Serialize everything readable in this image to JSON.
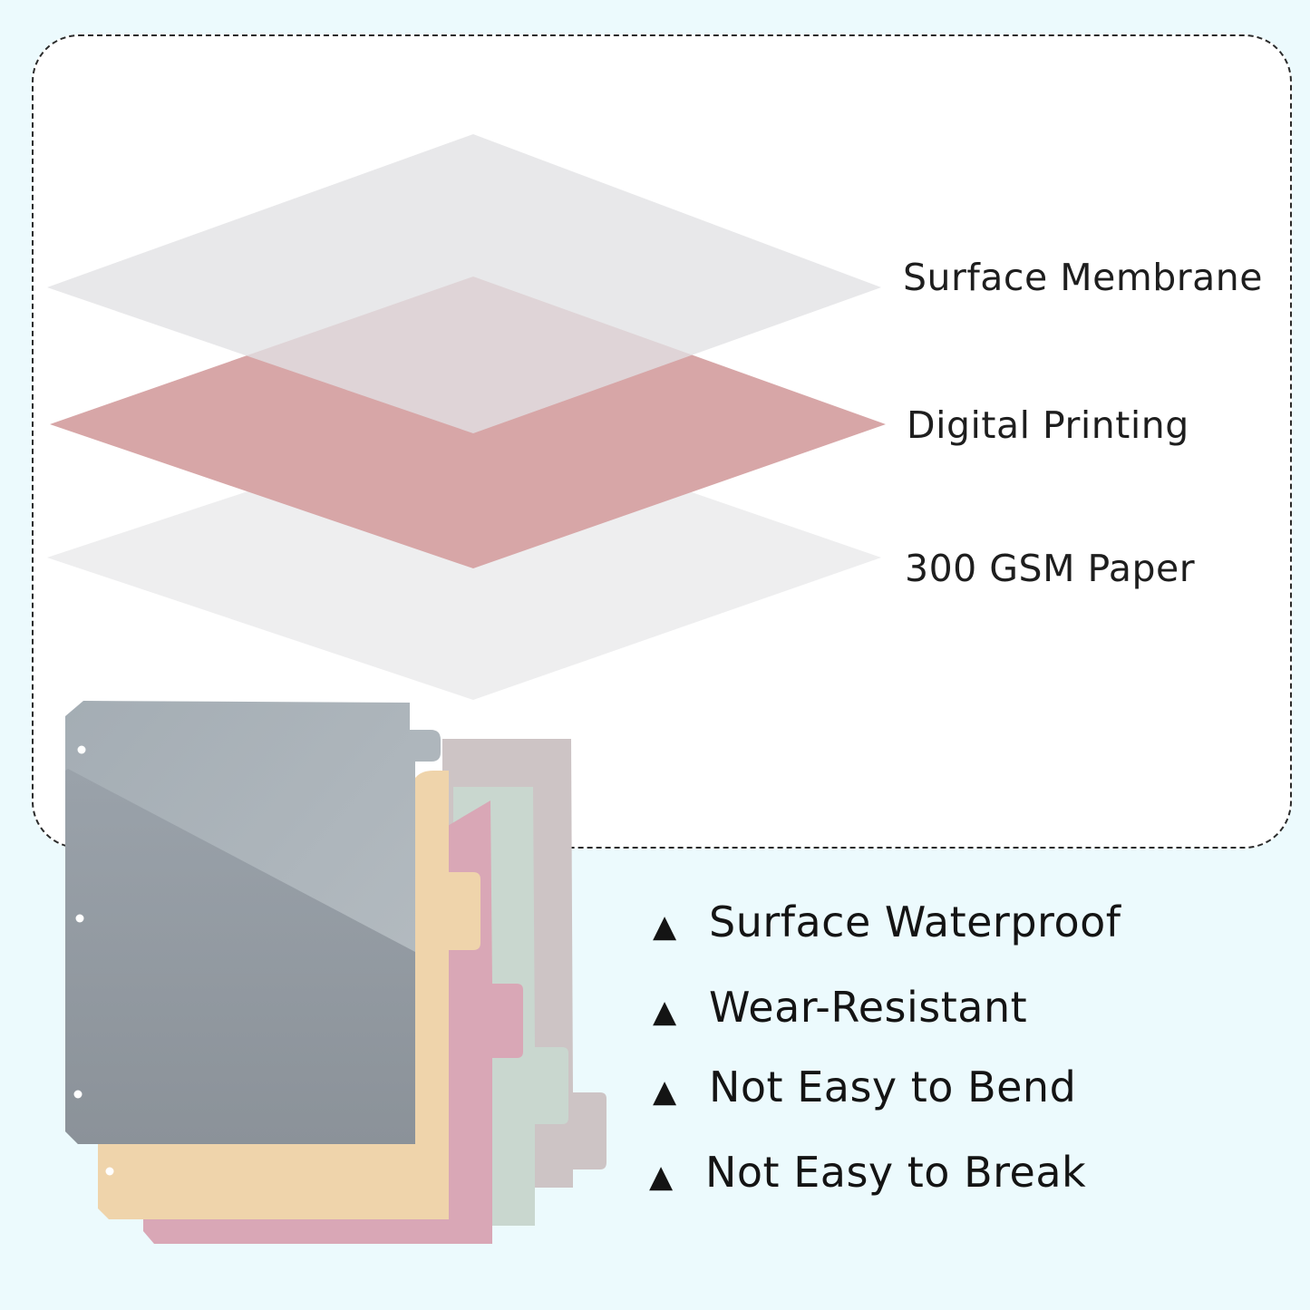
{
  "layers": [
    {
      "label": "Surface Membrane",
      "color": "#e4e4e6"
    },
    {
      "label": "Digital Printing",
      "color": "#d7a6a7"
    },
    {
      "label": "300 GSM Paper",
      "color": "#eeeeef"
    }
  ],
  "features": [
    {
      "icon": "triangle-icon",
      "glyph": "▲",
      "label": "Surface Waterproof"
    },
    {
      "icon": "triangle-icon",
      "glyph": "▲",
      "label": "Wear-Resistant"
    },
    {
      "icon": "triangle-icon",
      "glyph": "▲",
      "label": "Not Easy to Bend"
    },
    {
      "icon": "triangle-icon",
      "glyph": "▲",
      "label": "Not Easy to Break"
    }
  ],
  "divider_colors": {
    "gray": "#8f969d",
    "yellow": "#efd4ab",
    "pink": "#d9a7b6",
    "green": "#c9d7cf",
    "mauve": "#cdc4c5"
  }
}
